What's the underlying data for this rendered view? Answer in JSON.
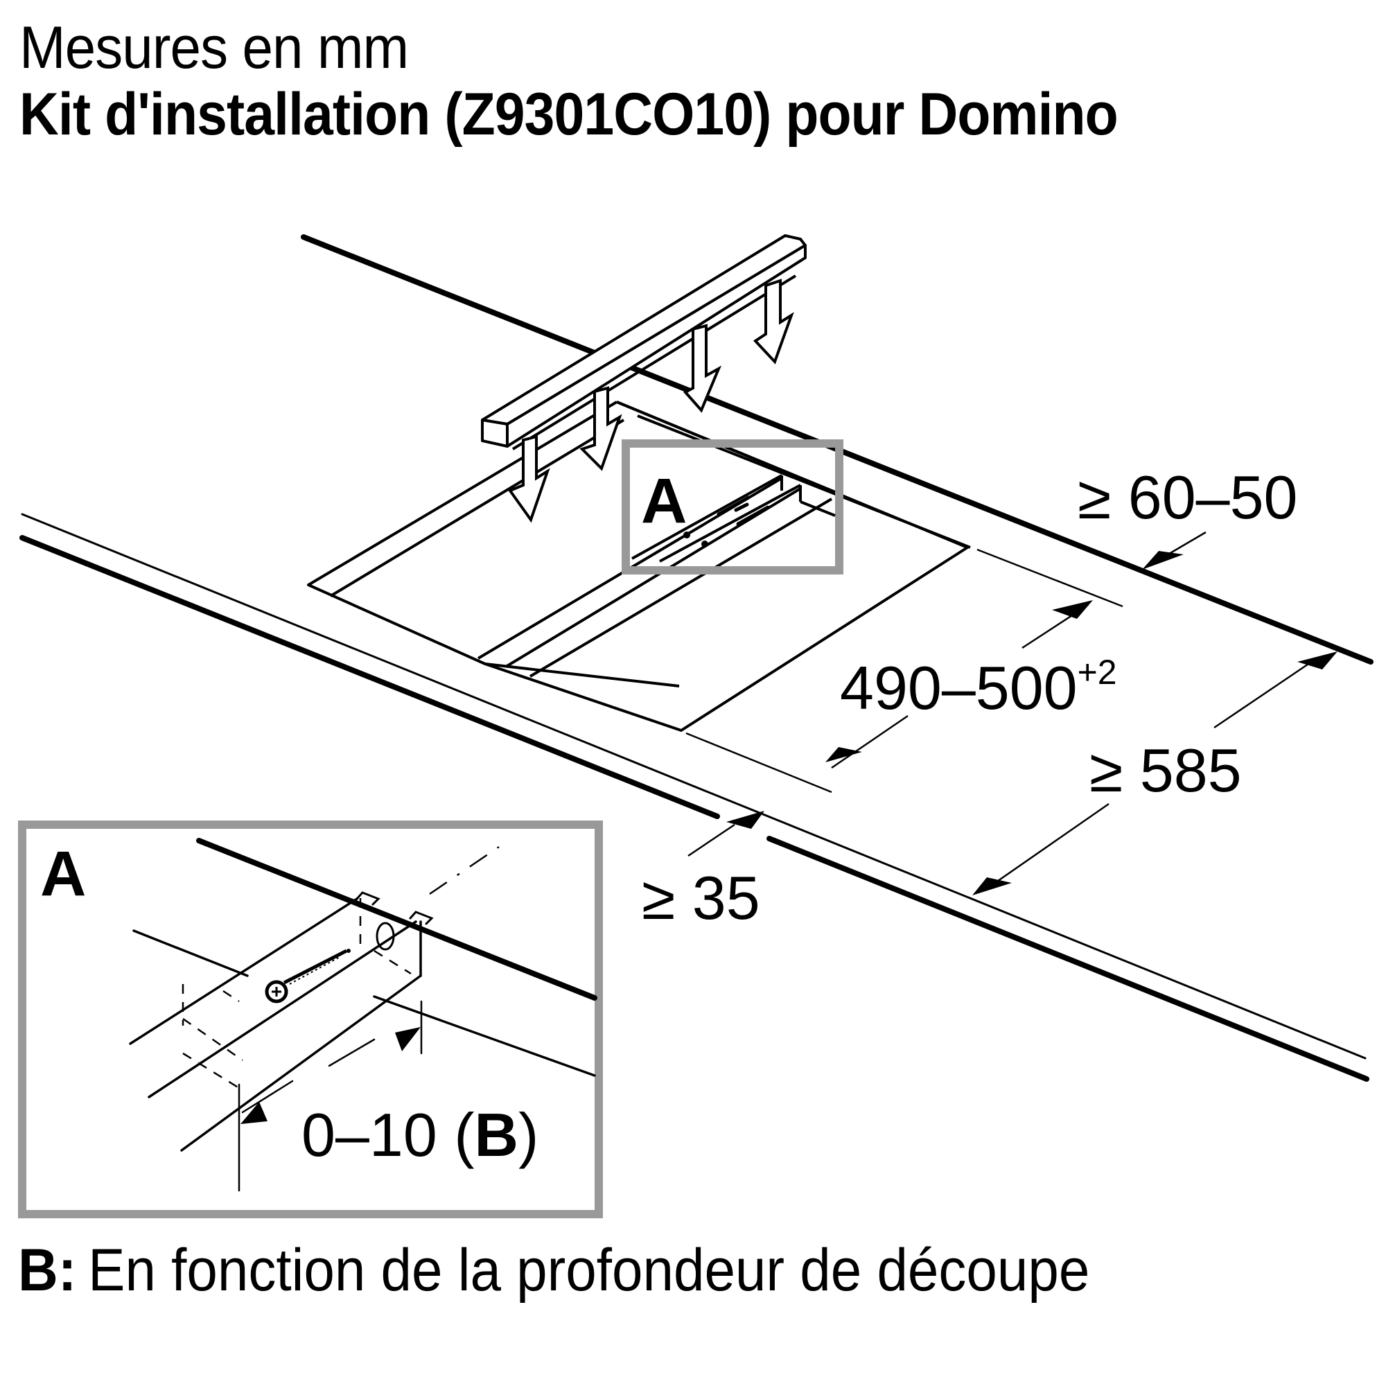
{
  "header": {
    "units_label": "Mesures en mm",
    "title": "Kit d'installation (Z9301CO10) pour Domino"
  },
  "diagram": {
    "type": "isometric installation drawing",
    "colors": {
      "line": "#000000",
      "detail_frame": "#999999",
      "background": "#ffffff"
    },
    "callout_label": "A",
    "dimensions": {
      "rear_clearance": "≥ 60–50",
      "cutout_depth_main": "490–500",
      "cutout_depth_tolerance": "+2",
      "worktop_depth": "≥ 585",
      "front_edge_clearance": "≥ 35"
    },
    "detail_A": {
      "label": "A",
      "adjustment_range": "0–10",
      "adjustment_ref_open": "(",
      "adjustment_ref_key": "B",
      "adjustment_ref_close": ")"
    },
    "icons": [
      "down-arrow-icon",
      "down-arrow-icon",
      "down-arrow-icon",
      "down-arrow-icon",
      "screw-icon"
    ]
  },
  "footnote": {
    "key": "B:",
    "text": "En fonction de la profondeur de découpe"
  }
}
